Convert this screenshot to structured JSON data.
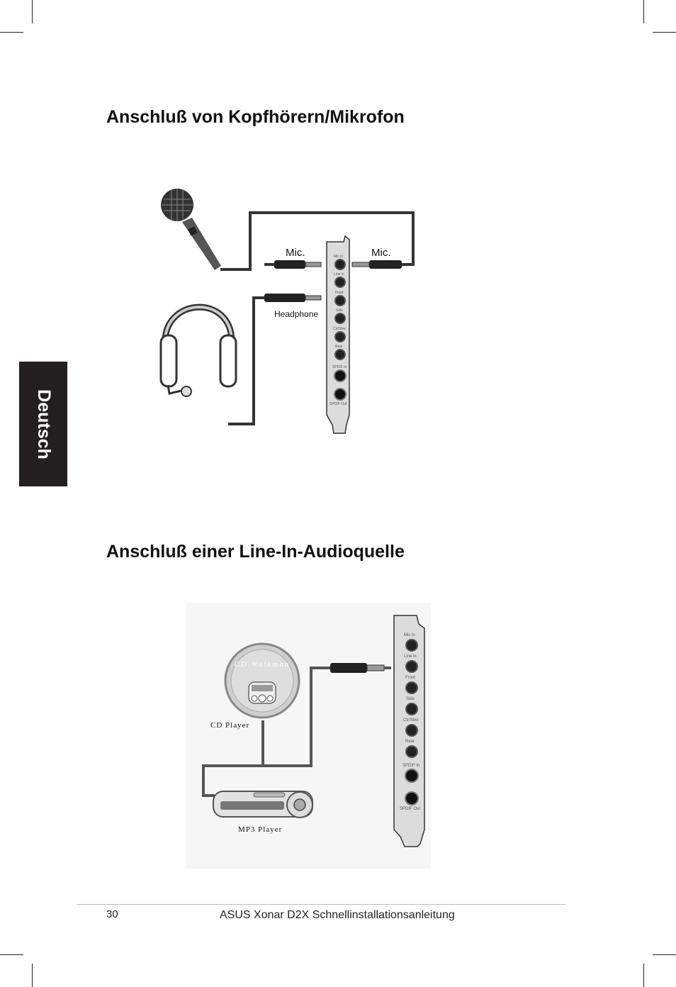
{
  "section1": {
    "heading": "Anschluß von Kopfhörern/Mikrofon",
    "labels": {
      "mic_left": "Mic.",
      "mic_right": "Mic.",
      "headphone": "Headphone"
    }
  },
  "section2": {
    "heading": "Anschluß einer Line-In-Audioquelle",
    "labels": {
      "cd_player": "CD Player",
      "cd_logo": "CD Walkman",
      "mp3_player": "MP3 Player"
    }
  },
  "card_ports": [
    "Mic in",
    "Line in",
    "Front",
    "Side",
    "Ctr/Sbw",
    "Rear",
    "SPDIF In",
    "SPDIF Out"
  ],
  "side_tab": {
    "label": "Deutsch"
  },
  "footer": {
    "page_number": "30",
    "title": "ASUS Xonar D2X Schnellinstallationsanleitung"
  },
  "colors": {
    "cable": "#333333",
    "card": "#d8d8d8",
    "tab": "#231f20"
  }
}
